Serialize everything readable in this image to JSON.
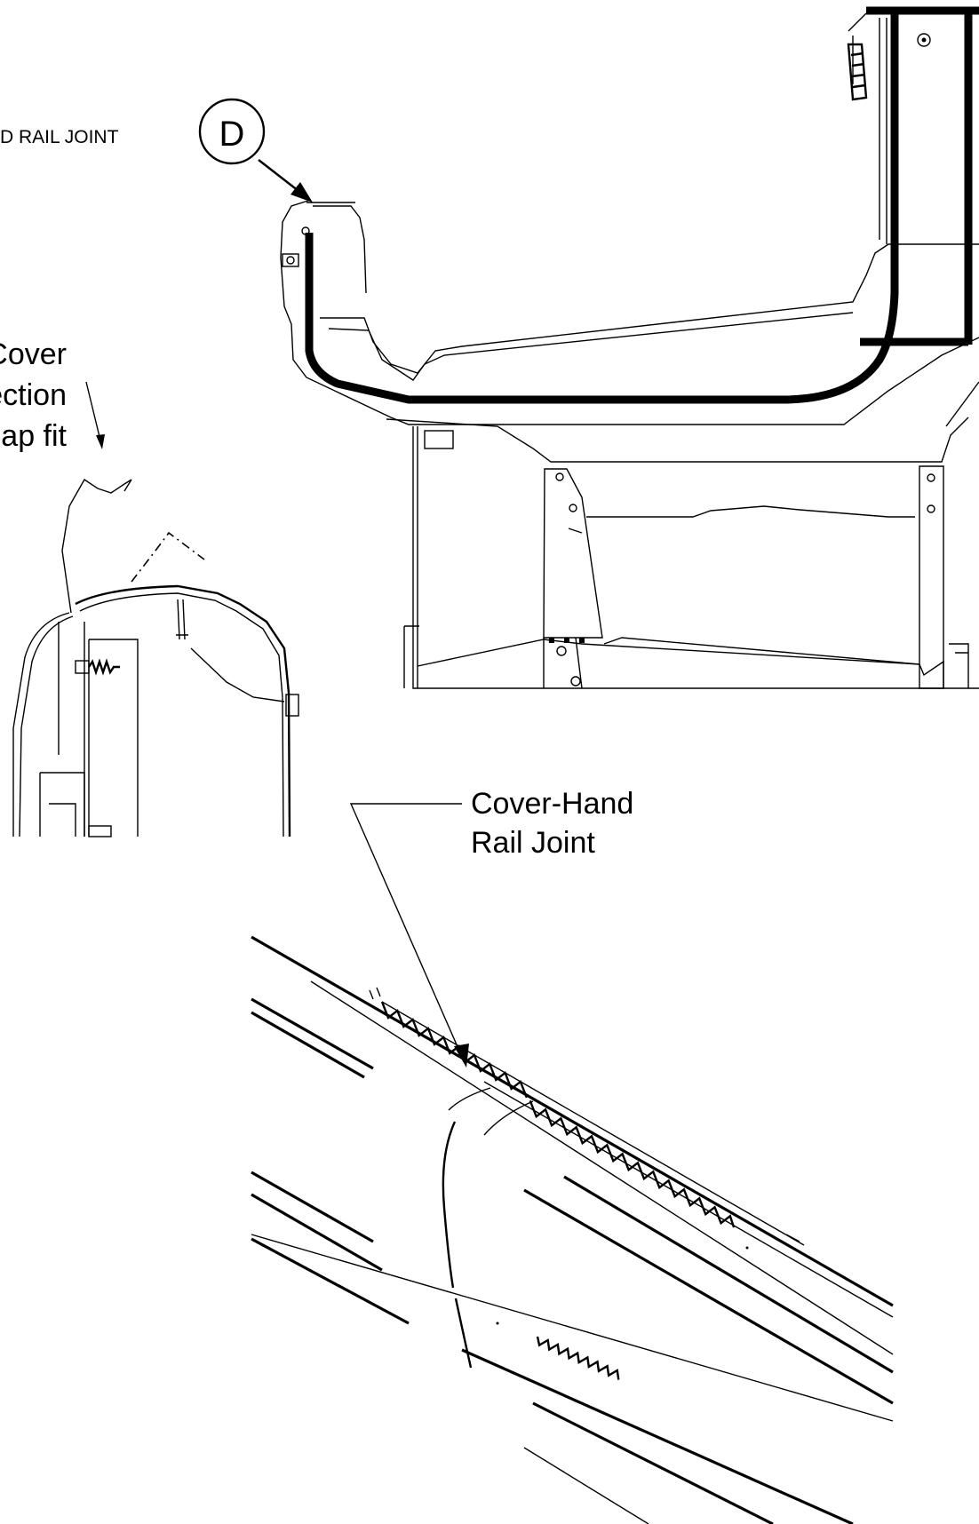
{
  "labels": {
    "joint_partial": "D RAIL JOINT",
    "callout_letter": "D",
    "cover_line1": "Cover",
    "cover_line2": "ection",
    "cover_line3": "ap fit",
    "cover_hand_line1": "Cover-Hand",
    "cover_hand_line2": "Rail Joint"
  }
}
